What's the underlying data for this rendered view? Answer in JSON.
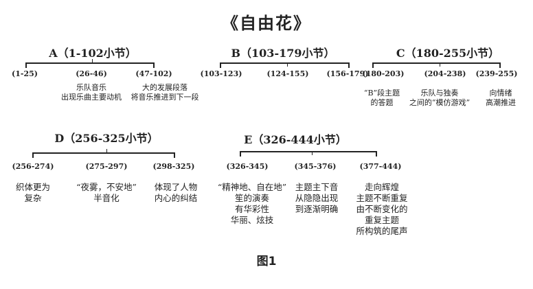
{
  "title": "《自由花》",
  "caption": "图1",
  "sections": [
    {
      "label": "A（1-102小节）",
      "parts": [
        {
          "range": "(1-25)",
          "desc": ""
        },
        {
          "range": "(26-46)",
          "desc": "乐队音乐\n出现乐曲主要动机"
        },
        {
          "range": "(47-102)",
          "desc": "大的发展段落\n将音乐推进到下一段"
        }
      ]
    },
    {
      "label": "B（103-179小节）",
      "parts": [
        {
          "range": "(103-123)",
          "desc": ""
        },
        {
          "range": "(124-155)",
          "desc": ""
        },
        {
          "range": "(156-179)",
          "desc": ""
        }
      ]
    },
    {
      "label": "C（180-255小节）",
      "parts": [
        {
          "range": "(180-203)",
          "desc": "“B”段主题\n的答题"
        },
        {
          "range": "(204-238)",
          "desc": "乐队与独奏\n之间的“模仿游戏”"
        },
        {
          "range": "(239-255)",
          "desc": "向情绪\n高潮推进"
        }
      ]
    },
    {
      "label": "D（256-325小节）",
      "parts": [
        {
          "range": "(256-274)",
          "desc": "织体更为\n复杂"
        },
        {
          "range": "(275-297)",
          "desc": "“夜雾，不安地”\n半音化"
        },
        {
          "range": "(298-325)",
          "desc": "体现了人物\n内心的纠结"
        }
      ]
    },
    {
      "label": "E（326-444小节）",
      "parts": [
        {
          "range": "(326-345)",
          "desc": "“精神地、自在地”\n笙的演奏\n有华彩性\n华丽、炫技"
        },
        {
          "range": "(345-376)",
          "desc": "主题主下音\n从隐隐出现\n到逐渐明确"
        },
        {
          "range": "(377-444)",
          "desc": "走向辉煌\n主题不断重复\n由不断变化的\n重复主题\n所构筑的尾声"
        }
      ]
    }
  ]
}
